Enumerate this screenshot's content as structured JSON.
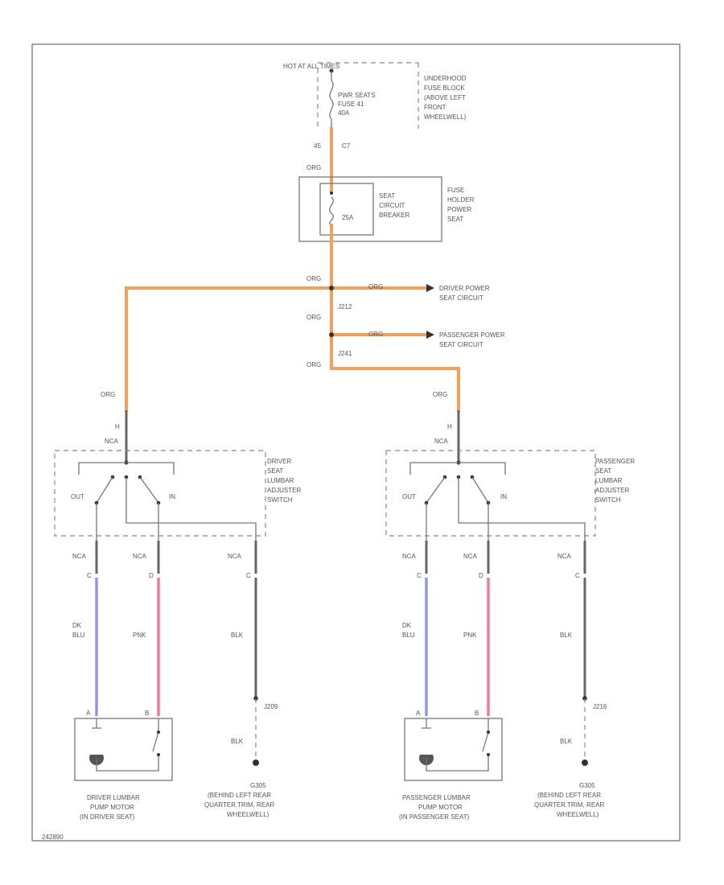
{
  "colors": {
    "org": "#f5a05a",
    "dk_blu": "#8f98e8",
    "pnk": "#f07a9a",
    "blk": "#666666"
  },
  "top": {
    "source_label": "HOT AT ALL TIMES",
    "fuse_label": [
      "PWR SEATS",
      "FUSE 41",
      "40A"
    ],
    "fuse_block_label": [
      "UNDERHOOD",
      "FUSE BLOCK",
      "(ABOVE LEFT",
      "FRONT",
      "WHEELWELL)"
    ],
    "pin_left": "45",
    "pin_right": "C7",
    "wire_org_1": "ORG"
  },
  "breaker": {
    "inner_label": [
      "SEAT",
      "CIRCUIT",
      "BREAKER"
    ],
    "rating": "25A",
    "outer_label": [
      "FUSE",
      "HOLDER",
      "POWER",
      "SEAT"
    ]
  },
  "splices": {
    "wire_org_2": "ORG",
    "wire_org_3": "ORG",
    "wire_org_4": "ORG",
    "wire_org_driver_tap": "ORG",
    "wire_org_passenger_tap": "ORG",
    "s1": "J212",
    "s2": "J241",
    "driver_circuit": [
      "DRIVER POWER",
      "SEAT CIRCUIT"
    ],
    "passenger_circuit": [
      "PASSENGER POWER",
      "SEAT CIRCUIT"
    ]
  },
  "driver": {
    "wire_in": "ORG",
    "pin_in": "H",
    "conn": "NCA",
    "switch_label": [
      "DRIVER",
      "SEAT",
      "LUMBAR",
      "ADJUSTER",
      "SWITCH"
    ],
    "out_label": "OUT",
    "in_label": "IN",
    "conn_a": "NCA",
    "conn_b": "NCA",
    "conn_c": "NCA",
    "pin_a": "C",
    "pin_b": "D",
    "pin_c": "C",
    "wire_a": [
      "DK",
      "BLU"
    ],
    "wire_b": "PNK",
    "wire_c": "BLK",
    "splice": "J209",
    "wire_g": "BLK",
    "motor_pin_a": "A",
    "motor_pin_b": "B",
    "motor_label": [
      "DRIVER LUMBAR",
      "PUMP MOTOR",
      "(IN DRIVER SEAT)"
    ],
    "ground_label": [
      "G305",
      "(BEHIND LEFT REAR",
      "QUARTER TRIM, REAR",
      "WHEELWELL)"
    ]
  },
  "passenger": {
    "wire_in": "ORG",
    "pin_in": "H",
    "conn": "NCA",
    "switch_label": [
      "PASSENGER",
      "SEAT",
      "LUMBAR",
      "ADJUSTER",
      "SWITCH"
    ],
    "out_label": "OUT",
    "in_label": "IN",
    "conn_a": "NCA",
    "conn_b": "NCA",
    "conn_c": "NCA",
    "pin_a": "C",
    "pin_b": "D",
    "pin_c": "C",
    "wire_a": [
      "DK",
      "BLU"
    ],
    "wire_b": "PNK",
    "wire_c": "BLK",
    "splice": "J216",
    "wire_g": "BLK",
    "motor_pin_a": "A",
    "motor_pin_b": "B",
    "motor_label": [
      "PASSENGER LUMBAR",
      "PUMP MOTOR",
      "(IN PASSENGER SEAT)"
    ],
    "ground_label": [
      "G305",
      "(BEHIND LEFT REAR",
      "QUARTER TRIM, REAR",
      "WHEELWELL)"
    ]
  },
  "footer_id": "242890"
}
